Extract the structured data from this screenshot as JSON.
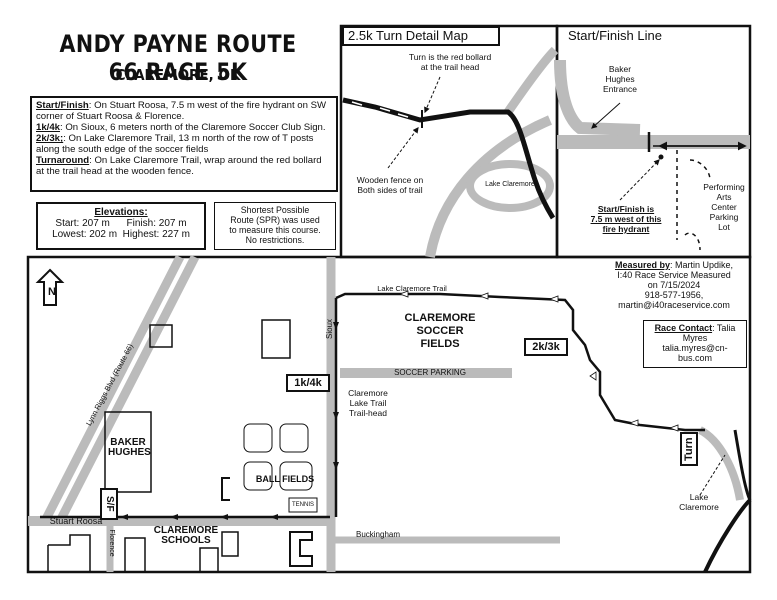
{
  "header": {
    "title": "ANDY PAYNE ROUTE 66 RACE 5K",
    "subtitle": "CLAREMORE, OK"
  },
  "description": {
    "start_finish_label": "Start/Finish",
    "start_finish_text": ": On Stuart Roosa, 7.5 m west of the fire hydrant on SW corner of Stuart Roosa & Florence.",
    "k1_4_label": "1k/4k",
    "k1_4_text": ": On Sioux, 6 meters north of the Claremore Soccer Club Sign.",
    "k2_3_label": "2k/3k;",
    "k2_3_text": ": On Lake Claremore Trail, 13 m north of the row of T posts along the south edge of the soccer fields",
    "turnaround_label": "Turnaround",
    "turnaround_text": ": On Lake Claremore Trail, wrap around the red bollard at the trail head at the wooden fence."
  },
  "elevations": {
    "heading": "Elevations:",
    "line1": "Start: 207 m      Finish: 207 m",
    "line2": "Lowest: 202 m  Highest: 227 m"
  },
  "spr_note": {
    "l1": "Shortest Possible",
    "l2": "Route (SPR) was used",
    "l3": "to measure this course.",
    "l4": "No restrictions."
  },
  "turn_detail": {
    "title": "2.5k Turn Detail Map",
    "bollard_l1": "Turn is the red bollard",
    "bollard_l2": "at the trail head",
    "fence_l1": "Wooden fence on",
    "fence_l2": "Both sides of trail",
    "lake": "Lake Claremore"
  },
  "start_finish_map": {
    "title": "Start/Finish Line",
    "entrance_l1": "Baker",
    "entrance_l2": "Hughes",
    "entrance_l3": "Entrance",
    "sf_l1": "Start/Finish is",
    "sf_l2": "7.5 m west of this",
    "sf_l3": "fire hydrant",
    "pac_l1": "Performing",
    "pac_l2": "Arts",
    "pac_l3": "Center",
    "pac_l4": "Parking",
    "pac_l5": "Lot"
  },
  "main_map": {
    "north": "N",
    "lynn_riggs": "Lynn Riggs Blvd (Route 66)",
    "baker_l1": "BAKER",
    "baker_l2": "HUGHES",
    "sf_marker": "S/F",
    "stuart_roosa": "Stuart Roosa",
    "florence": "Florence",
    "schools_l1": "CLAREMORE",
    "schools_l2": "SCHOOLS",
    "ball_fields": "BALL FIELDS",
    "tennis": "TENNIS",
    "buckingham": "Buckingham",
    "sioux": "Sioux",
    "k1_4": "1k/4k",
    "trailhead_l1": "Claremore",
    "trailhead_l2": "Lake Trail",
    "trailhead_l3": "Trail-head",
    "soccer_parking": "SOCCER PARKING",
    "soccer_l1": "CLAREMORE",
    "soccer_l2": "SOCCER",
    "soccer_l3": "FIELDS",
    "lake_trail": "Lake Claremore Trail",
    "k2_3": "2k/3k",
    "turn": "Turn",
    "lake_l1": "Lake",
    "lake_l2": "Claremore"
  },
  "measured": {
    "label": "Measured by",
    "name": ": Martin Updike,",
    "l2": "I:40 Race Service  Measured",
    "l3": "on 7/15/2024",
    "l4": "918-577-1956,",
    "l5": "martin@i40raceservice.com"
  },
  "contact": {
    "label": "Race Contact",
    "name": ": Talia",
    "l2": "Myres",
    "l3": "talia.myres@cn-",
    "l4": "bus.com"
  }
}
